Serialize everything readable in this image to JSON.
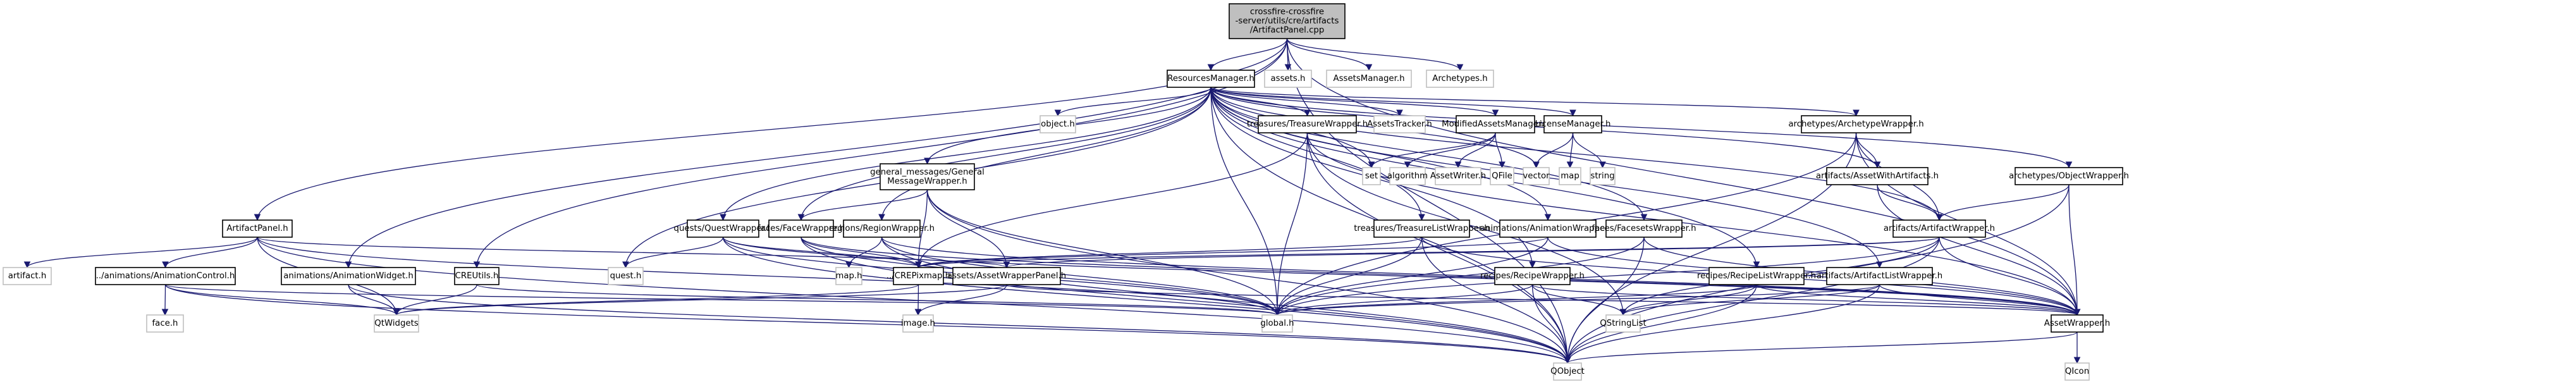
{
  "title": "crossfire-crossfire-server/utils/cre/artifacts/ArtifactPanel.cpp include dependency graph",
  "colors": {
    "edge": "#191970",
    "root_fill": "#bfbfbf",
    "internal_border": "#000000",
    "external_border": "#bfbfbf"
  },
  "nodes": [
    {
      "id": "root",
      "kind": "root",
      "lines": [
        "crossfire-crossfire",
        "-server/utils/cre/artifacts",
        "/ArtifactPanel.cpp"
      ]
    },
    {
      "id": "ResourcesManager",
      "kind": "internal",
      "lines": [
        "ResourcesManager.h"
      ]
    },
    {
      "id": "assets",
      "kind": "external",
      "lines": [
        "assets.h"
      ]
    },
    {
      "id": "AssetsManager",
      "kind": "external",
      "lines": [
        "AssetsManager.h"
      ]
    },
    {
      "id": "Archetypes",
      "kind": "external",
      "lines": [
        "Archetypes.h"
      ]
    },
    {
      "id": "ArtifactPanel",
      "kind": "internal",
      "lines": [
        "ArtifactPanel.h"
      ]
    },
    {
      "id": "AnimationWidget",
      "kind": "internal",
      "lines": [
        "animations/AnimationWidget.h"
      ]
    },
    {
      "id": "CREUtils",
      "kind": "internal",
      "lines": [
        "CREUtils.h"
      ]
    },
    {
      "id": "objecth",
      "kind": "external",
      "lines": [
        "object.h"
      ]
    },
    {
      "id": "TreasureWrapper",
      "kind": "internal",
      "lines": [
        "treasures/TreasureWrapper.h"
      ]
    },
    {
      "id": "AssetsTracker",
      "kind": "external",
      "lines": [
        "AssetsTracker.h"
      ]
    },
    {
      "id": "ModifiedAssetsManager",
      "kind": "internal",
      "lines": [
        "ModifiedAssetsManager.h"
      ]
    },
    {
      "id": "LicenseManager",
      "kind": "internal",
      "lines": [
        "LicenseManager.h"
      ]
    },
    {
      "id": "ArchetypeWrapper",
      "kind": "internal",
      "lines": [
        "archetypes/ArchetypeWrapper.h"
      ]
    },
    {
      "id": "GeneralMessageWrapper",
      "kind": "internal",
      "lines": [
        "general_messages/General",
        "MessageWrapper.h"
      ]
    },
    {
      "id": "set",
      "kind": "external",
      "lines": [
        "set"
      ]
    },
    {
      "id": "algorithm",
      "kind": "external",
      "lines": [
        "algorithm"
      ]
    },
    {
      "id": "AssetWriter",
      "kind": "external",
      "lines": [
        "AssetWriter.h"
      ]
    },
    {
      "id": "QFile",
      "kind": "external",
      "lines": [
        "QFile"
      ]
    },
    {
      "id": "vector",
      "kind": "external",
      "lines": [
        "vector"
      ]
    },
    {
      "id": "map",
      "kind": "external",
      "lines": [
        "map"
      ]
    },
    {
      "id": "string",
      "kind": "external",
      "lines": [
        "string"
      ]
    },
    {
      "id": "AssetWithArtifacts",
      "kind": "internal",
      "lines": [
        "artifacts/AssetWithArtifacts.h"
      ]
    },
    {
      "id": "ObjectWrapper",
      "kind": "internal",
      "lines": [
        "archetypes/ObjectWrapper.h"
      ]
    },
    {
      "id": "artifacth",
      "kind": "external",
      "lines": [
        "artifact.h"
      ]
    },
    {
      "id": "AnimationControl",
      "kind": "internal",
      "lines": [
        "../animations/AnimationControl.h"
      ]
    },
    {
      "id": "QuestWrapper",
      "kind": "internal",
      "lines": [
        "quests/QuestWrapper.h"
      ]
    },
    {
      "id": "FaceWrapper",
      "kind": "internal",
      "lines": [
        "faces/FaceWrapper.h"
      ]
    },
    {
      "id": "RegionWrapper",
      "kind": "internal",
      "lines": [
        "regions/RegionWrapper.h"
      ]
    },
    {
      "id": "TreasureListWrapper",
      "kind": "internal",
      "lines": [
        "treasures/TreasureListWrapper.h"
      ]
    },
    {
      "id": "AnimationWrapper",
      "kind": "internal",
      "lines": [
        "animations/AnimationWrapper.h"
      ]
    },
    {
      "id": "FacesetsWrapper",
      "kind": "internal",
      "lines": [
        "faces/FacesetsWrapper.h"
      ]
    },
    {
      "id": "ArtifactWrapper",
      "kind": "internal",
      "lines": [
        "artifacts/ArtifactWrapper.h"
      ]
    },
    {
      "id": "faceh",
      "kind": "external",
      "lines": [
        "face.h"
      ]
    },
    {
      "id": "questh",
      "kind": "external",
      "lines": [
        "quest.h"
      ]
    },
    {
      "id": "maph",
      "kind": "external",
      "lines": [
        "map.h"
      ]
    },
    {
      "id": "CREPixmap",
      "kind": "internal",
      "lines": [
        "../CREPixmap.h"
      ]
    },
    {
      "id": "AssetWrapperPanel",
      "kind": "internal",
      "lines": [
        "assets/AssetWrapperPanel.h"
      ]
    },
    {
      "id": "RecipeWrapper",
      "kind": "internal",
      "lines": [
        "recipes/RecipeWrapper.h"
      ]
    },
    {
      "id": "RecipeListWrapper",
      "kind": "internal",
      "lines": [
        "recipes/RecipeListWrapper.h"
      ]
    },
    {
      "id": "ArtifactListWrapper",
      "kind": "internal",
      "lines": [
        "artifacts/ArtifactListWrapper.h"
      ]
    },
    {
      "id": "QtWidgets",
      "kind": "external",
      "lines": [
        "QtWidgets"
      ]
    },
    {
      "id": "imageh",
      "kind": "external",
      "lines": [
        "image.h"
      ]
    },
    {
      "id": "globalh",
      "kind": "external",
      "lines": [
        "global.h"
      ]
    },
    {
      "id": "QStringList",
      "kind": "external",
      "lines": [
        "QStringList"
      ]
    },
    {
      "id": "AssetWrapper",
      "kind": "internal",
      "lines": [
        "AssetWrapper.h"
      ]
    },
    {
      "id": "QObject",
      "kind": "external",
      "lines": [
        "QObject"
      ]
    },
    {
      "id": "QIcon",
      "kind": "external",
      "lines": [
        "QIcon"
      ]
    }
  ],
  "edges": [
    [
      "root",
      "ResourcesManager"
    ],
    [
      "root",
      "assets"
    ],
    [
      "root",
      "AssetsManager"
    ],
    [
      "root",
      "Archetypes"
    ],
    [
      "root",
      "ArtifactPanel"
    ],
    [
      "root",
      "AnimationWidget"
    ],
    [
      "root",
      "CREUtils"
    ],
    [
      "root",
      "AssetWrapper"
    ],
    [
      "root",
      "QObject"
    ],
    [
      "ResourcesManager",
      "objecth"
    ],
    [
      "ResourcesManager",
      "TreasureWrapper"
    ],
    [
      "ResourcesManager",
      "AssetsTracker"
    ],
    [
      "ResourcesManager",
      "ModifiedAssetsManager"
    ],
    [
      "ResourcesManager",
      "LicenseManager"
    ],
    [
      "ResourcesManager",
      "ArchetypeWrapper"
    ],
    [
      "ResourcesManager",
      "GeneralMessageWrapper"
    ],
    [
      "ResourcesManager",
      "QuestWrapper"
    ],
    [
      "ResourcesManager",
      "FaceWrapper"
    ],
    [
      "ResourcesManager",
      "RegionWrapper"
    ],
    [
      "ResourcesManager",
      "set"
    ],
    [
      "ResourcesManager",
      "vector"
    ],
    [
      "ResourcesManager",
      "TreasureListWrapper"
    ],
    [
      "ResourcesManager",
      "AnimationWrapper"
    ],
    [
      "ResourcesManager",
      "FacesetsWrapper"
    ],
    [
      "ResourcesManager",
      "ArtifactWrapper"
    ],
    [
      "ResourcesManager",
      "ObjectWrapper"
    ],
    [
      "ResourcesManager",
      "RecipeWrapper"
    ],
    [
      "ResourcesManager",
      "RecipeListWrapper"
    ],
    [
      "ResourcesManager",
      "ArtifactListWrapper"
    ],
    [
      "ResourcesManager",
      "AssetWithArtifacts"
    ],
    [
      "ResourcesManager",
      "questh"
    ],
    [
      "ResourcesManager",
      "globalh"
    ],
    [
      "ResourcesManager",
      "QObject"
    ],
    [
      "ModifiedAssetsManager",
      "set"
    ],
    [
      "ModifiedAssetsManager",
      "algorithm"
    ],
    [
      "ModifiedAssetsManager",
      "AssetWriter"
    ],
    [
      "ModifiedAssetsManager",
      "QFile"
    ],
    [
      "LicenseManager",
      "vector"
    ],
    [
      "LicenseManager",
      "map"
    ],
    [
      "LicenseManager",
      "string"
    ],
    [
      "TreasureWrapper",
      "CREPixmap"
    ],
    [
      "TreasureWrapper",
      "globalh"
    ],
    [
      "TreasureWrapper",
      "QObject"
    ],
    [
      "TreasureWrapper",
      "AssetWrapper"
    ],
    [
      "TreasureWrapper",
      "QStringList"
    ],
    [
      "ArchetypeWrapper",
      "AssetWithArtifacts"
    ],
    [
      "ArchetypeWrapper",
      "ArtifactWrapper"
    ],
    [
      "ArchetypeWrapper",
      "globalh"
    ],
    [
      "ArchetypeWrapper",
      "QObject"
    ],
    [
      "ArchetypeWrapper",
      "AssetWrapper"
    ],
    [
      "AssetWithArtifacts",
      "ArtifactWrapper"
    ],
    [
      "AssetWithArtifacts",
      "AssetWrapper"
    ],
    [
      "ObjectWrapper",
      "ArtifactWrapper"
    ],
    [
      "ObjectWrapper",
      "AssetWrapper"
    ],
    [
      "ObjectWrapper",
      "QObject"
    ],
    [
      "GeneralMessageWrapper",
      "FaceWrapper"
    ],
    [
      "GeneralMessageWrapper",
      "CREPixmap"
    ],
    [
      "GeneralMessageWrapper",
      "AssetWrapperPanel"
    ],
    [
      "GeneralMessageWrapper",
      "globalh"
    ],
    [
      "GeneralMessageWrapper",
      "QObject"
    ],
    [
      "ArtifactPanel",
      "artifacth"
    ],
    [
      "ArtifactPanel",
      "AnimationControl"
    ],
    [
      "ArtifactPanel",
      "QtWidgets"
    ],
    [
      "ArtifactPanel",
      "AssetWrapperPanel"
    ],
    [
      "ArtifactPanel",
      "QObject"
    ],
    [
      "ArtifactPanel",
      "globalh"
    ],
    [
      "AnimationControl",
      "faceh"
    ],
    [
      "AnimationControl",
      "QtWidgets"
    ],
    [
      "AnimationControl",
      "globalh"
    ],
    [
      "AnimationControl",
      "QObject"
    ],
    [
      "AnimationWidget",
      "QtWidgets"
    ],
    [
      "AnimationWidget",
      "QObject"
    ],
    [
      "CREUtils",
      "QtWidgets"
    ],
    [
      "CREUtils",
      "globalh"
    ],
    [
      "QuestWrapper",
      "questh"
    ],
    [
      "QuestWrapper",
      "CREPixmap"
    ],
    [
      "QuestWrapper",
      "globalh"
    ],
    [
      "QuestWrapper",
      "QObject"
    ],
    [
      "QuestWrapper",
      "AssetWrapper"
    ],
    [
      "FaceWrapper",
      "CREPixmap"
    ],
    [
      "FaceWrapper",
      "globalh"
    ],
    [
      "FaceWrapper",
      "QObject"
    ],
    [
      "FaceWrapper",
      "AssetWrapper"
    ],
    [
      "RegionWrapper",
      "maph"
    ],
    [
      "RegionWrapper",
      "globalh"
    ],
    [
      "RegionWrapper",
      "AssetWrapper"
    ],
    [
      "RegionWrapper",
      "QObject"
    ],
    [
      "TreasureListWrapper",
      "CREPixmap"
    ],
    [
      "TreasureListWrapper",
      "globalh"
    ],
    [
      "TreasureListWrapper",
      "AssetWrapper"
    ],
    [
      "TreasureListWrapper",
      "QObject"
    ],
    [
      "AnimationWrapper",
      "CREPixmap"
    ],
    [
      "AnimationWrapper",
      "AssetWrapper"
    ],
    [
      "AnimationWrapper",
      "globalh"
    ],
    [
      "FacesetsWrapper",
      "AssetWrapper"
    ],
    [
      "FacesetsWrapper",
      "globalh"
    ],
    [
      "FacesetsWrapper",
      "QObject"
    ],
    [
      "ArtifactWrapper",
      "AssetWrapperPanel"
    ],
    [
      "ArtifactWrapper",
      "CREPixmap"
    ],
    [
      "ArtifactWrapper",
      "globalh"
    ],
    [
      "ArtifactWrapper",
      "AssetWrapper"
    ],
    [
      "ArtifactWrapper",
      "QStringList"
    ],
    [
      "ArtifactWrapper",
      "QObject"
    ],
    [
      "CREPixmap",
      "imageh"
    ],
    [
      "CREPixmap",
      "QtWidgets"
    ],
    [
      "AssetWrapperPanel",
      "QtWidgets"
    ],
    [
      "AssetWrapperPanel",
      "imageh"
    ],
    [
      "AssetWrapperPanel",
      "AssetWrapper"
    ],
    [
      "RecipeWrapper",
      "QStringList"
    ],
    [
      "RecipeWrapper",
      "QObject"
    ],
    [
      "RecipeWrapper",
      "AssetWrapper"
    ],
    [
      "RecipeWrapper",
      "globalh"
    ],
    [
      "RecipeListWrapper",
      "QStringList"
    ],
    [
      "RecipeListWrapper",
      "QObject"
    ],
    [
      "RecipeListWrapper",
      "AssetWrapper"
    ],
    [
      "RecipeListWrapper",
      "globalh"
    ],
    [
      "ArtifactListWrapper",
      "QStringList"
    ],
    [
      "ArtifactListWrapper",
      "QObject"
    ],
    [
      "ArtifactListWrapper",
      "AssetWrapper"
    ],
    [
      "ArtifactListWrapper",
      "globalh"
    ],
    [
      "AssetWrapper",
      "QIcon"
    ],
    [
      "AssetWrapper",
      "QObject"
    ]
  ]
}
